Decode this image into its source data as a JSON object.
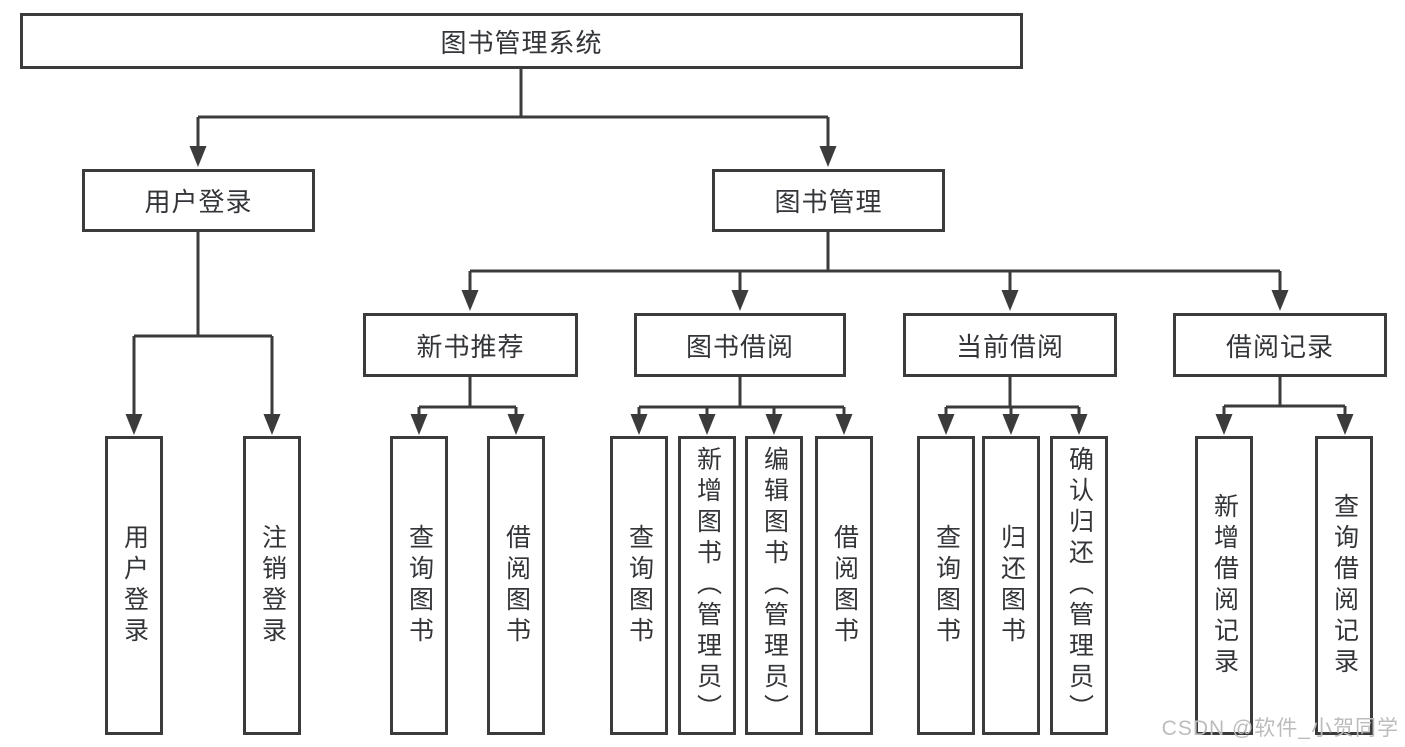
{
  "tree": {
    "root": {
      "label": "图书管理系统"
    },
    "children": [
      {
        "label": "用户登录",
        "children": [
          {
            "label": "用户登录"
          },
          {
            "label": "注销登录"
          }
        ]
      },
      {
        "label": "图书管理",
        "children": [
          {
            "label": "新书推荐",
            "children": [
              {
                "label": "查询图书"
              },
              {
                "label": "借阅图书"
              }
            ]
          },
          {
            "label": "图书借阅",
            "children": [
              {
                "label": "查询图书"
              },
              {
                "label": "新增图书（管理员）"
              },
              {
                "label": "编辑图书（管理员）"
              },
              {
                "label": "借阅图书"
              }
            ]
          },
          {
            "label": "当前借阅",
            "children": [
              {
                "label": "查询图书"
              },
              {
                "label": "归还图书"
              },
              {
                "label": "确认归还（管理员）"
              }
            ]
          },
          {
            "label": "借阅记录",
            "children": [
              {
                "label": "新增借阅记录"
              },
              {
                "label": "查询借阅记录"
              }
            ]
          }
        ]
      }
    ]
  },
  "watermark": {
    "text": "CSDN @软件_小贺同学"
  },
  "colors": {
    "line": "#3b3b3b",
    "text": "#333538",
    "background": "#ffffff",
    "watermark": "#bcbcbc"
  }
}
